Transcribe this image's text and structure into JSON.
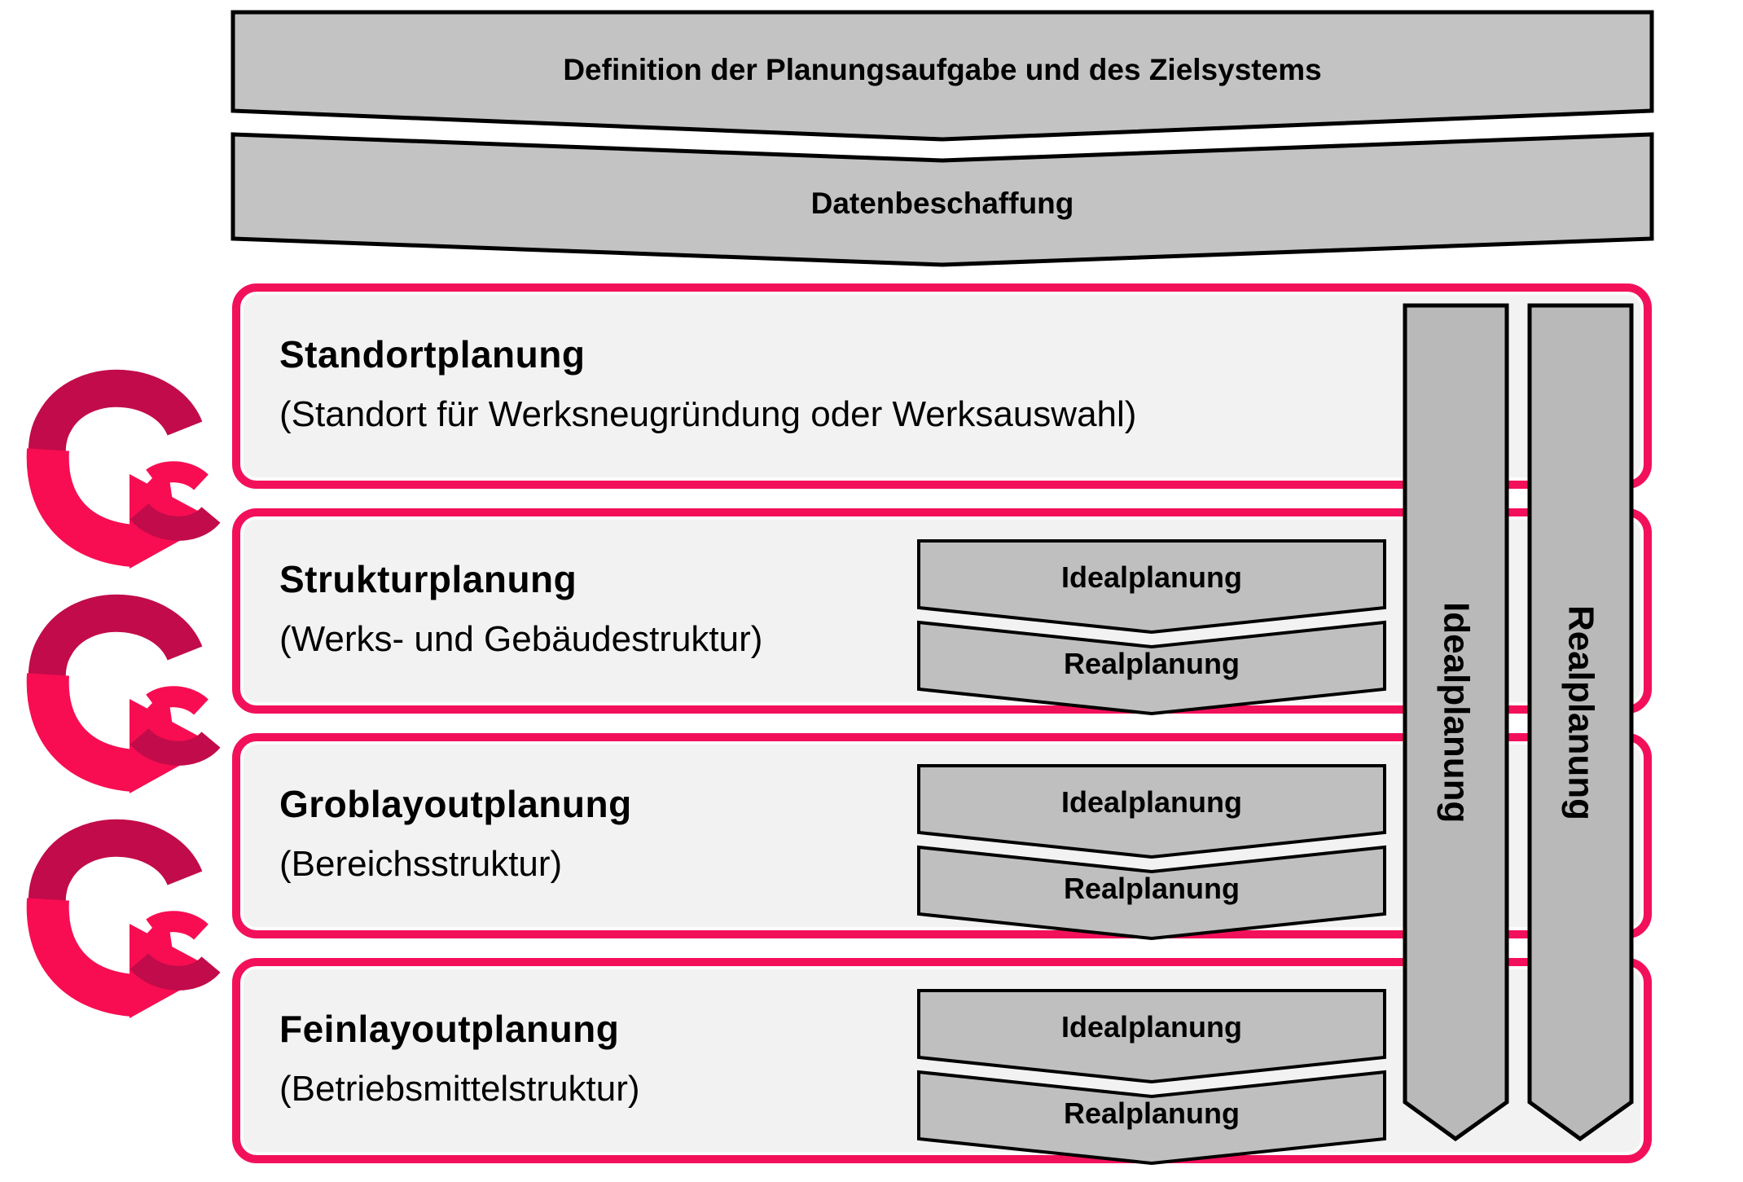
{
  "diagram": {
    "type": "process-flow",
    "language": "de",
    "topic": "Fabrikplanung / Planungsphasen"
  },
  "colors": {
    "accent_pink": "#F3105A",
    "spiral_dark_pink": "#C20B4A",
    "spiral_bright_pink": "#F80D52",
    "banner_gray": "#c3c3c3",
    "chevron_gray": "#bfbfbf",
    "bar_gray": "#b9b9b9",
    "box_fill": "#f2f2f2",
    "outline_black": "#000000"
  },
  "banners": [
    {
      "label": "Definition der Planungsaufgabe und des Zielsystems"
    },
    {
      "label": "Datenbeschaffung"
    }
  ],
  "boxes": [
    {
      "title": "Standortplanung",
      "subtitle": "(Standort für Werksneugründung oder Werksauswahl)",
      "chevrons": []
    },
    {
      "title": "Strukturplanung",
      "subtitle": "(Werks- und Gebäudestruktur)",
      "chevrons": [
        "Idealplanung",
        "Realplanung"
      ]
    },
    {
      "title": "Groblayoutplanung",
      "subtitle": "(Bereichsstruktur)",
      "chevrons": [
        "Idealplanung",
        "Realplanung"
      ]
    },
    {
      "title": "Feinlayoutplanung",
      "subtitle": "(Betriebsmittelstruktur)",
      "chevrons": [
        "Idealplanung",
        "Realplanung"
      ]
    }
  ],
  "vertical_bars": [
    {
      "label": "Idealplanung"
    },
    {
      "label": "Realplanung"
    }
  ],
  "spiral_arrows": {
    "count": 3,
    "meaning": "iteration-loop-arrow"
  }
}
